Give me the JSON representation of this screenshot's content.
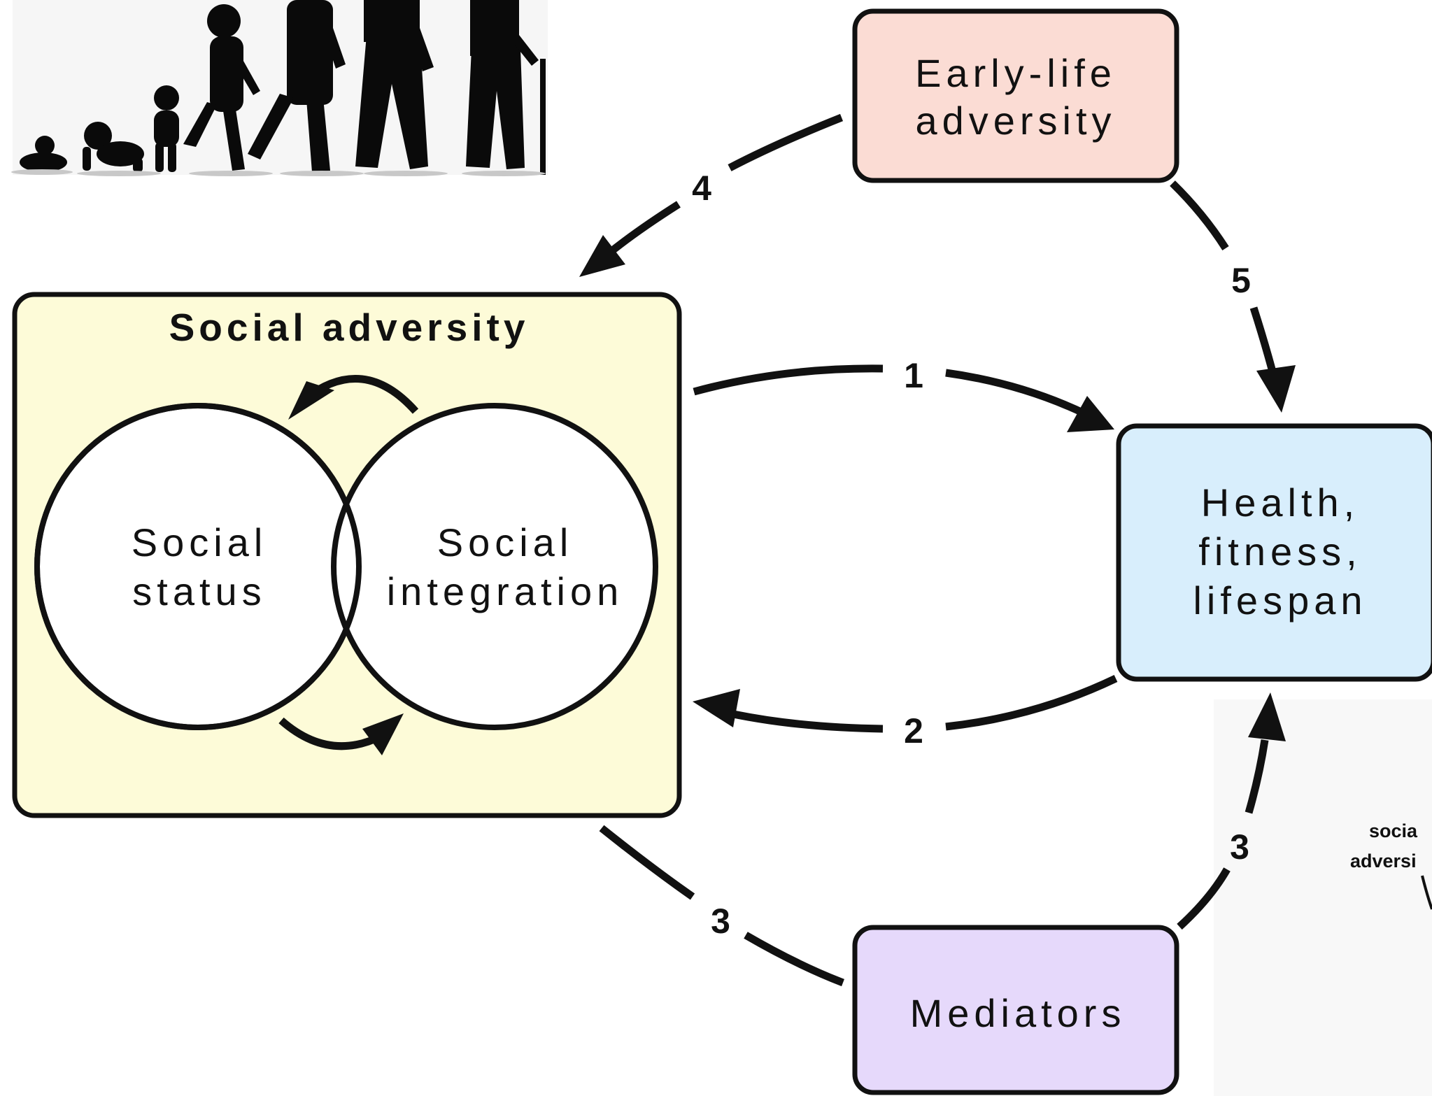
{
  "boxes": {
    "early_life": [
      "Early-life",
      "adversity"
    ],
    "social_adversity": "Social adversity",
    "health": [
      "Health,",
      "fitness,",
      "lifespan"
    ],
    "mediators": "Mediators"
  },
  "circles": {
    "status": [
      "Social",
      "status"
    ],
    "integration": [
      "Social",
      "integration"
    ]
  },
  "arrows": {
    "a1": "1",
    "a2": "2",
    "a3_left": "3",
    "a3_right": "3",
    "a4": "4",
    "a5": "5"
  },
  "inset": [
    "socia",
    "adversi"
  ],
  "colors": {
    "early_life": "#fbdcd4",
    "social_adversity": "#fdfbd8",
    "health": "#d8eefc",
    "mediators": "#e6d9fb",
    "stroke": "#111111"
  }
}
